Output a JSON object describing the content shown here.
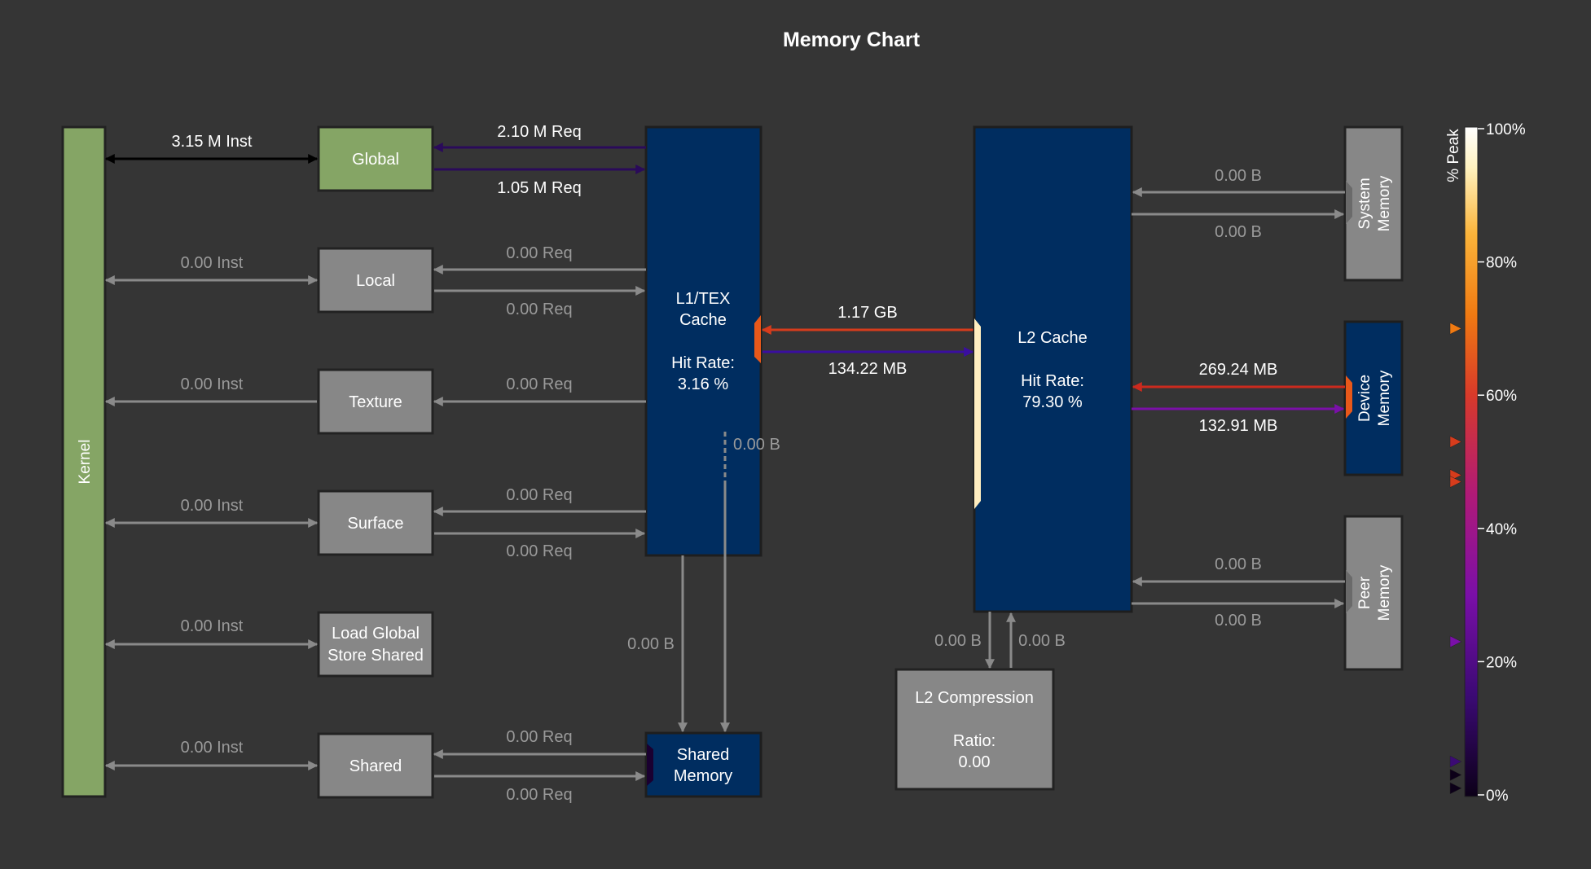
{
  "title": "Memory Chart",
  "colors": {
    "background": "#353535",
    "kernel_green": "#85a565",
    "unit_gray": "#878787",
    "cache_blue": "#002d60",
    "text_white": "#ffffff",
    "text_dim": "#9a9a9a",
    "arrow_gray": "#8a8a8a",
    "arrow_black": "#000000",
    "arrow_dark_purple": "#2a0a5a",
    "arrow_purple": "#3a0ea0",
    "arrow_orange_red": "#d63c1c",
    "arrow_red": "#cc2a1e",
    "arrow_violet": "#7a10a8"
  },
  "kernel": {
    "label": "Kernel"
  },
  "units": {
    "global": "Global",
    "local": "Local",
    "texture": "Texture",
    "surface": "Surface",
    "ldgsts_line1": "Load Global",
    "ldgsts_line2": "Store Shared",
    "shared": "Shared"
  },
  "inst_labels": {
    "global": "3.15 M Inst",
    "local": "0.00 Inst",
    "texture": "0.00 Inst",
    "surface": "0.00 Inst",
    "ldgsts": "0.00 Inst",
    "shared": "0.00 Inst"
  },
  "req_labels": {
    "global_to_l1": "2.10 M Req",
    "global_from_l1": "1.05 M Req",
    "local_to_l1": "0.00 Req",
    "local_from_l1": "0.00 Req",
    "texture": "0.00 Req",
    "surface_to_l1": "0.00 Req",
    "surface_from_l1": "0.00 Req",
    "shared_to_smem": "0.00 Req",
    "shared_from_smem": "0.00 Req"
  },
  "l1": {
    "line1": "L1/TEX",
    "line2": "Cache",
    "hit_label": "Hit Rate:",
    "hit_value": "3.16 %",
    "to_smem_dashed": "0.00 B",
    "to_smem": "0.00 B",
    "level_pct": 70
  },
  "shared_memory": {
    "line1": "Shared",
    "line2": "Memory"
  },
  "l1_l2": {
    "read": "1.17 GB",
    "write": "134.22 MB"
  },
  "l2": {
    "line1": "L2 Cache",
    "hit_label": "Hit Rate:",
    "hit_value": "79.30 %",
    "to_compression": "0.00 B",
    "from_compression": "0.00 B",
    "level_pct": 97
  },
  "l2_compression": {
    "line1": "L2 Compression",
    "ratio_label": "Ratio:",
    "ratio_value": "0.00"
  },
  "system_memory": {
    "line1": "System",
    "line2": "Memory",
    "read": "0.00 B",
    "write": "0.00 B"
  },
  "device_memory": {
    "line1": "Device",
    "line2": "Memory",
    "read": "269.24 MB",
    "write": "132.91 MB",
    "level_pct": 62
  },
  "peer_memory": {
    "line1": "Peer",
    "line2": "Memory",
    "read": "0.00 B",
    "write": "0.00 B"
  },
  "legend": {
    "title": "% Peak",
    "ticks": [
      "100%",
      "80%",
      "60%",
      "40%",
      "20%",
      "0%"
    ],
    "markers_pct": [
      70,
      53,
      48,
      47,
      23,
      5,
      3,
      1
    ],
    "gradient_stops": [
      "#0c0018",
      "#3b0a74",
      "#7a0fa8",
      "#b01a78",
      "#d83a2a",
      "#f07a12",
      "#fbb43a",
      "#fff2c0",
      "#ffffff"
    ]
  }
}
